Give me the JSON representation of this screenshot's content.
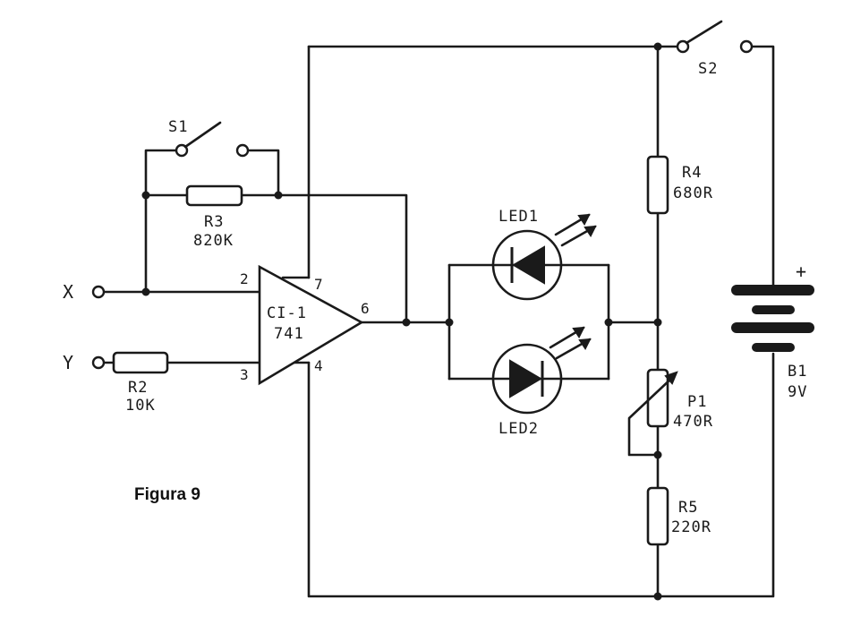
{
  "figure_caption": "Figura 9",
  "terminals": {
    "x": "X",
    "y": "Y"
  },
  "opamp": {
    "ref": "CI-1",
    "part": "741",
    "pins": {
      "inv": "2",
      "noninv": "3",
      "out": "6",
      "vpos": "7",
      "vneg": "4"
    }
  },
  "switches": {
    "s1": "S1",
    "s2": "S2"
  },
  "resistors": {
    "r2": {
      "ref": "R2",
      "value": "10K"
    },
    "r3": {
      "ref": "R3",
      "value": "820K"
    },
    "r4": {
      "ref": "R4",
      "value": "680R"
    },
    "r5": {
      "ref": "R5",
      "value": "220R"
    }
  },
  "potentiometer": {
    "ref": "P1",
    "value": "470R"
  },
  "leds": {
    "led1": "LED1",
    "led2": "LED2"
  },
  "battery": {
    "ref": "B1",
    "value": "9V",
    "polarity": "+"
  }
}
